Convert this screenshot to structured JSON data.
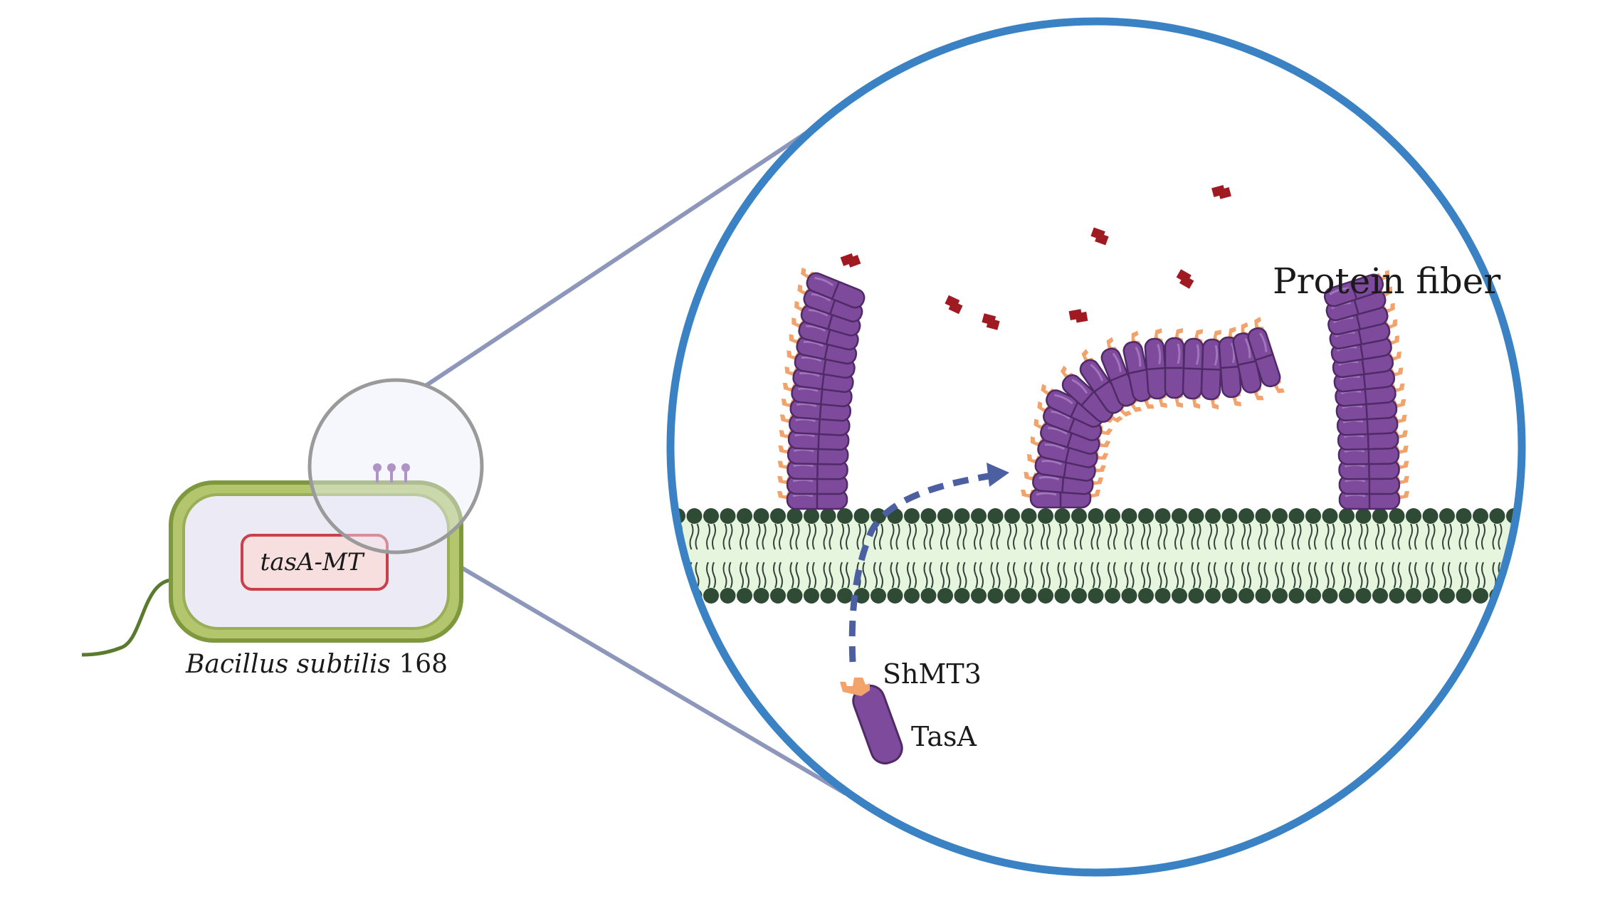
{
  "labels": {
    "gene": {
      "italic": "tasA-MT"
    },
    "organism": {
      "italic": "Bacillus subtilis",
      "plain": "168"
    },
    "protein_fiber": "Protein fiber",
    "shmt3": "ShMT3",
    "tasa": "TasA"
  },
  "colors": {
    "zoom_circle": "#3a82c4",
    "fiber_purple": "#7e4a9c",
    "tag_orange": "#f1a36b",
    "membrane_head": "#2f4a35",
    "membrane_fill": "#e6f5de",
    "cell_wall": "#8fa44c",
    "gene_box": "#c9404a",
    "molecule": "#a01a22",
    "path_arrow": "#4c5fa0"
  }
}
